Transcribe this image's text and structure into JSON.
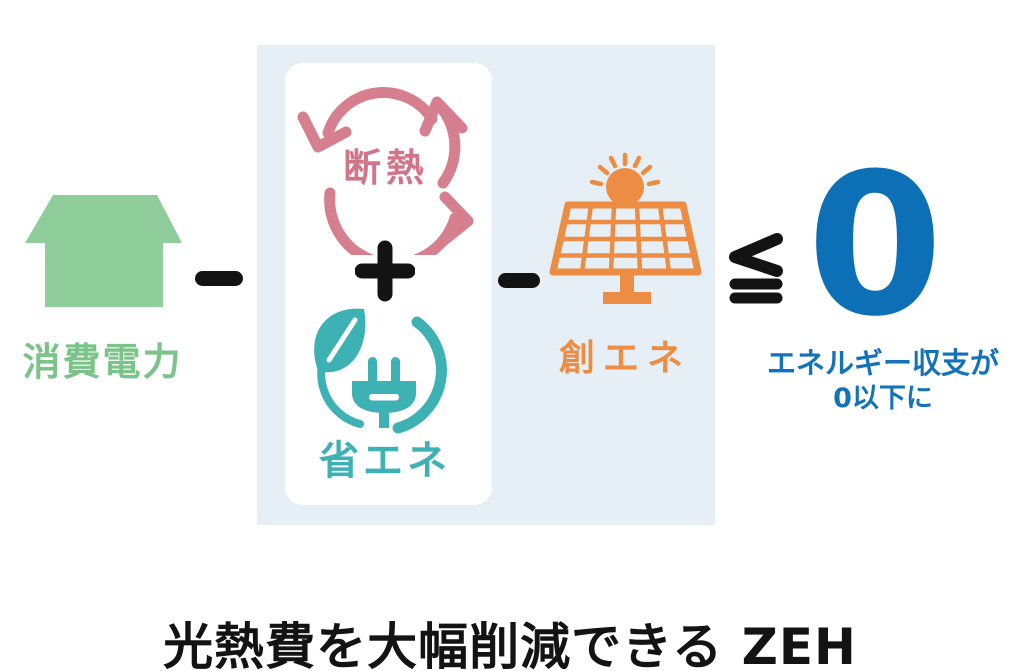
{
  "formula": {
    "consumption": {
      "label": "消費電力",
      "icon": "house-icon",
      "color": "#8FCD9B"
    },
    "operator_minus_1": "−",
    "insulation": {
      "label": "断熱",
      "icon": "cycle-arrows-icon",
      "color": "#D67F8F"
    },
    "operator_plus": "+",
    "energy_saving": {
      "label": "省エネ",
      "icon": "leaf-plug-icon",
      "color": "#3DB1B4"
    },
    "operator_minus_2": "−",
    "energy_creation": {
      "label": "創エネ",
      "icon": "solar-panel-icon",
      "color": "#EC8D43"
    },
    "operator_leq": "≦",
    "zero": "0",
    "result_caption": {
      "line1": "エネルギー収支が",
      "line2": "0以下に"
    }
  },
  "title": "光熱費を大幅削減できる ZEH",
  "colors": {
    "house_green": "#8FCD9B",
    "green_text": "#7BC388",
    "pink": "#D67F8F",
    "teal": "#3DB1B4",
    "orange": "#EC8D43",
    "blue": "#0D70B7",
    "panel_background": "#E6EFF6",
    "black": "#131313"
  }
}
